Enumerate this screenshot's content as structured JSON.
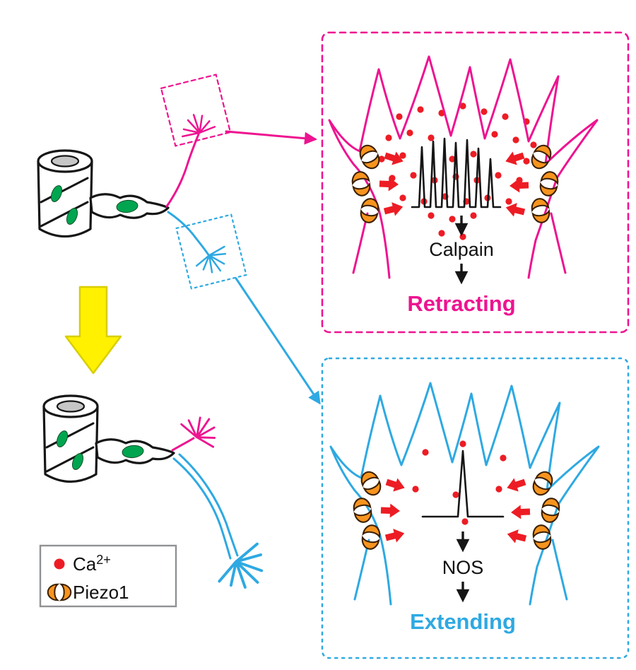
{
  "figure": {
    "type": "mechanism-diagram",
    "description": "Piezo1-mediated calcium signaling in growth cones: high Ca2+ influx activates Calpain causing retraction; low Ca2+ activates NOS causing extension"
  },
  "colors": {
    "retracting_magenta": "#ee1390",
    "extending_blue": "#2ea9e2",
    "calcium_red": "#ed1c24",
    "piezo_orange": "#f7941e",
    "nucleus_green": "#00a550",
    "arrow_yellow": "#fff100",
    "outline_black": "#161616"
  },
  "retracting_panel": {
    "enzyme_label": "Calpain",
    "state_label": "Retracting",
    "calcium_ion_count": 36,
    "calcium_ion_positions": [
      [
        565,
        165
      ],
      [
        595,
        155
      ],
      [
        625,
        160
      ],
      [
        655,
        150
      ],
      [
        685,
        158
      ],
      [
        715,
        165
      ],
      [
        745,
        172
      ],
      [
        550,
        195
      ],
      [
        580,
        188
      ],
      [
        610,
        195
      ],
      [
        700,
        190
      ],
      [
        730,
        198
      ],
      [
        755,
        205
      ],
      [
        540,
        225
      ],
      [
        570,
        220
      ],
      [
        640,
        225
      ],
      [
        670,
        218
      ],
      [
        745,
        228
      ],
      [
        555,
        252
      ],
      [
        585,
        248
      ],
      [
        615,
        255
      ],
      [
        645,
        250
      ],
      [
        675,
        255
      ],
      [
        705,
        248
      ],
      [
        735,
        255
      ],
      [
        570,
        280
      ],
      [
        600,
        285
      ],
      [
        630,
        278
      ],
      [
        660,
        285
      ],
      [
        690,
        280
      ],
      [
        720,
        285
      ],
      [
        610,
        305
      ],
      [
        640,
        310
      ],
      [
        670,
        305
      ],
      [
        625,
        330
      ],
      [
        655,
        335
      ]
    ]
  },
  "extending_panel": {
    "enzyme_label": "NOS",
    "state_label": "Extending",
    "calcium_ion_count": 7,
    "calcium_ion_positions": [
      [
        602,
        640
      ],
      [
        655,
        628
      ],
      [
        712,
        648
      ],
      [
        588,
        692
      ],
      [
        645,
        700
      ],
      [
        706,
        692
      ],
      [
        658,
        738
      ]
    ]
  },
  "legend": {
    "calcium_symbol_base": "Ca",
    "calcium_symbol_sup": "2+",
    "piezo_label": "Piezo1"
  }
}
